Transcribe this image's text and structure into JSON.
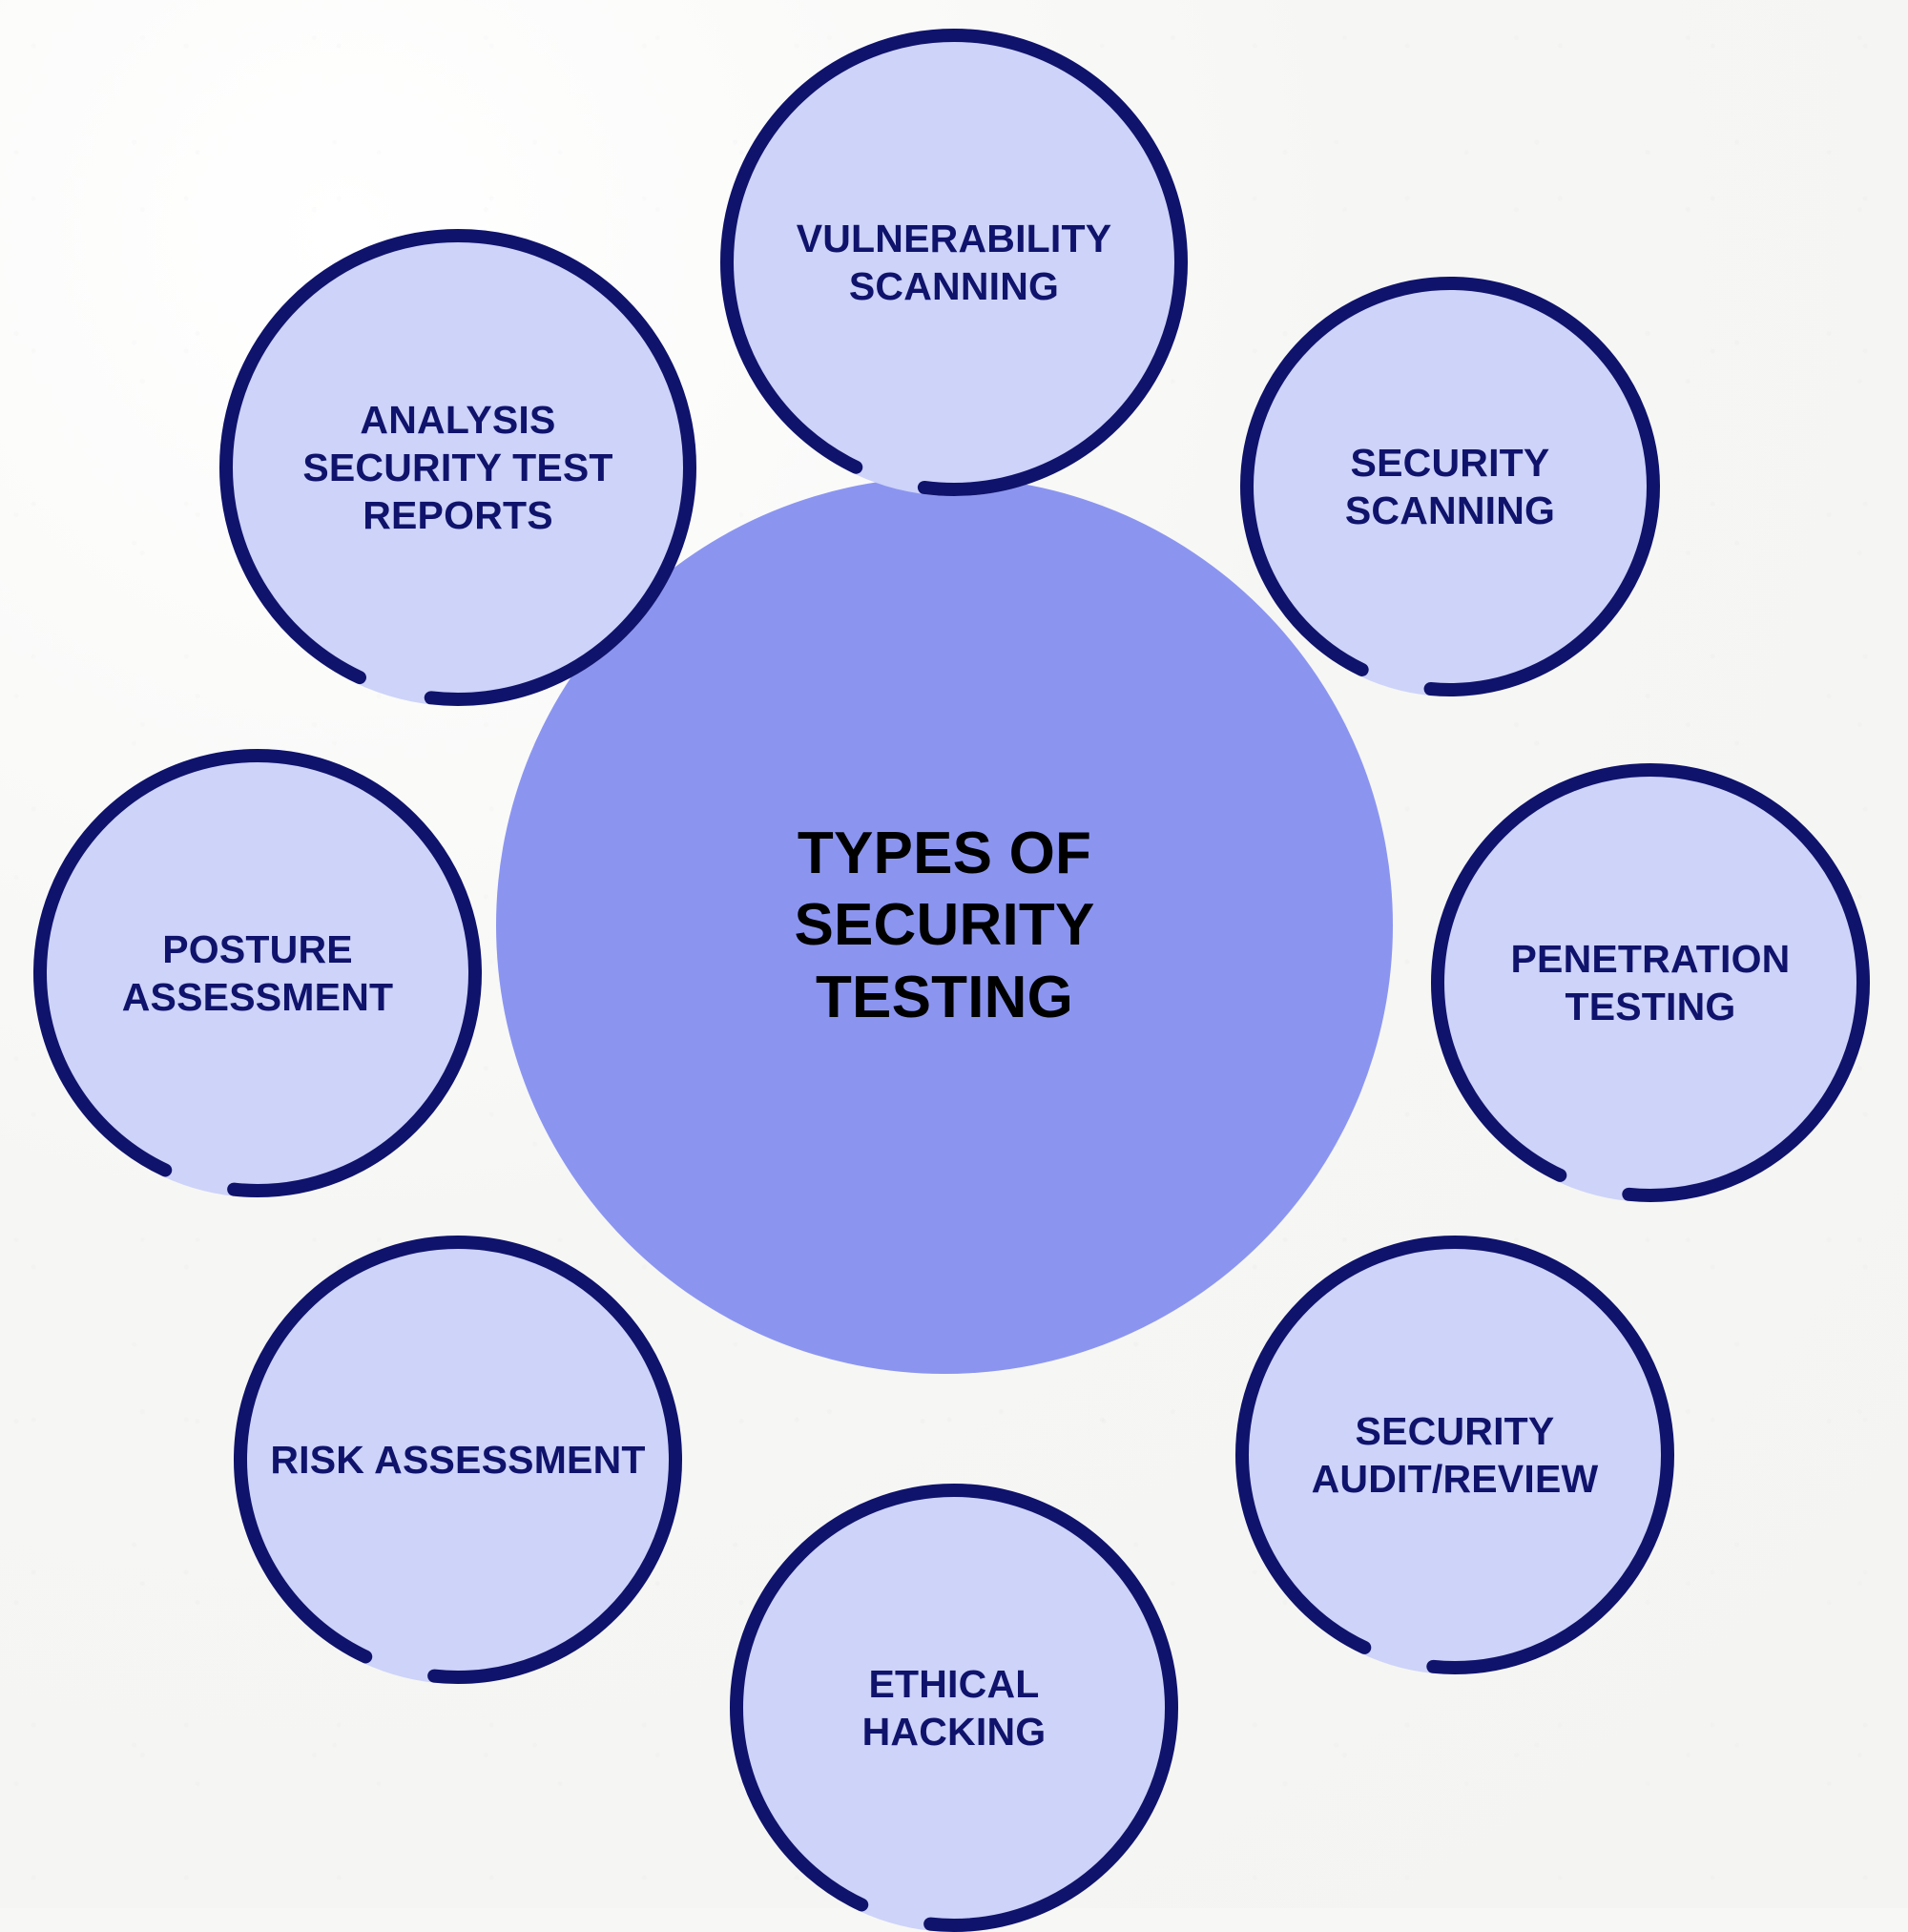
{
  "diagram": {
    "title": "TYPES OF SECURITY TESTING",
    "center": {
      "label": "TYPES OF\nSECURITY\nTESTING",
      "fill": "#8b95f0",
      "text_color": "#000000"
    },
    "theme": {
      "background": "#f7f7f5",
      "node_fill": "#cdd3f9",
      "node_stroke": "#10136b",
      "node_text": "#10136b"
    },
    "nodes": [
      {
        "id": "vulnerability-scanning",
        "label": "VULNERABILITY\nSCANNING",
        "position": "top"
      },
      {
        "id": "security-scanning",
        "label": "SECURITY\nSCANNING",
        "position": "top-right"
      },
      {
        "id": "penetration-testing",
        "label": "PENETRATION\nTESTING",
        "position": "right"
      },
      {
        "id": "security-audit-review",
        "label": "SECURITY\nAUDIT/REVIEW",
        "position": "bottom-right"
      },
      {
        "id": "ethical-hacking",
        "label": "ETHICAL\nHACKING",
        "position": "bottom"
      },
      {
        "id": "risk-assessment",
        "label": "RISK ASSESSMENT",
        "position": "bottom-left"
      },
      {
        "id": "posture-assessment",
        "label": "POSTURE\nASSESSMENT",
        "position": "left"
      },
      {
        "id": "analysis-security-test-reports",
        "label": "ANALYSIS\nSECURITY TEST\nREPORTS",
        "position": "top-left"
      }
    ]
  }
}
